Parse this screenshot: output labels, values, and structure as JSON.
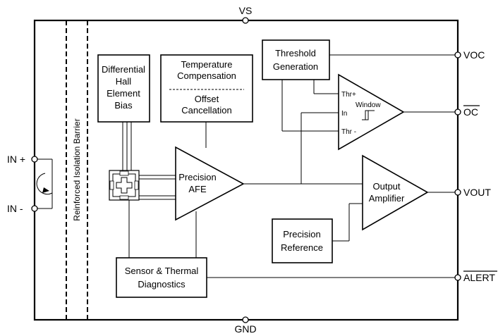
{
  "pins": {
    "vs": "VS",
    "gnd": "GND",
    "in_plus": "IN +",
    "in_minus": "IN -",
    "voc": "VOC",
    "oc": "OC",
    "vout": "VOUT",
    "alert": "ALERT"
  },
  "barrier": {
    "label": "Reinforced Isolation Barrier"
  },
  "blocks": {
    "hall_bias": [
      "Differential",
      "Hall",
      "Element",
      "Bias"
    ],
    "temp_comp": [
      "Temperature",
      "Compensation"
    ],
    "offset_cancel": [
      "Offset",
      "Cancellation"
    ],
    "threshold": [
      "Threshold",
      "Generation"
    ],
    "afe": [
      "Precision",
      "AFE"
    ],
    "output_amp": [
      "Output",
      "Amplifier"
    ],
    "precision_ref": [
      "Precision",
      "Reference"
    ],
    "diagnostics": [
      "Sensor & Thermal",
      "Diagnostics"
    ]
  },
  "window_comparator": {
    "title": "Window",
    "thr_plus": "Thr+",
    "in": "In",
    "thr_minus": "Thr -"
  }
}
